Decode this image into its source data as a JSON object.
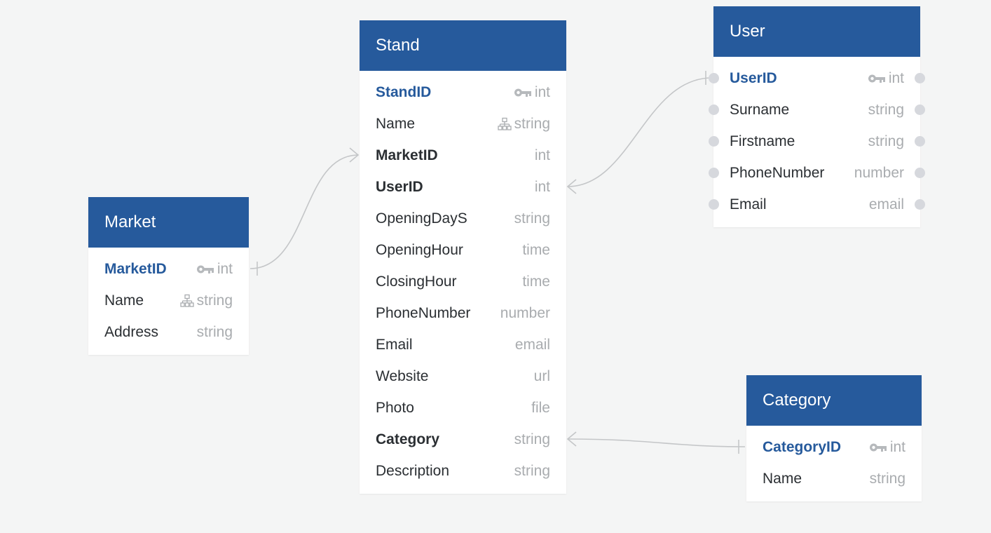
{
  "colors": {
    "background": "#f4f5f5",
    "header": "#265a9c",
    "header_text": "#ffffff",
    "primary_key_text": "#265a9c",
    "type_text": "#a9acaf",
    "connector": "#c4c6c8"
  },
  "tables": {
    "stand": {
      "title": "Stand",
      "fields": [
        {
          "name": "StandID",
          "type": "int",
          "role": "pk"
        },
        {
          "name": "Name",
          "type": "string",
          "role": "index"
        },
        {
          "name": "MarketID",
          "type": "int",
          "role": "fk"
        },
        {
          "name": "UserID",
          "type": "int",
          "role": "fk"
        },
        {
          "name": "OpeningDayS",
          "type": "string"
        },
        {
          "name": "OpeningHour",
          "type": "time"
        },
        {
          "name": "ClosingHour",
          "type": "time"
        },
        {
          "name": "PhoneNumber",
          "type": "number"
        },
        {
          "name": "Email",
          "type": "email"
        },
        {
          "name": "Website",
          "type": "url"
        },
        {
          "name": "Photo",
          "type": "file"
        },
        {
          "name": "Category",
          "type": "string",
          "role": "fk"
        },
        {
          "name": "Description",
          "type": "string"
        }
      ]
    },
    "user": {
      "title": "User",
      "fields": [
        {
          "name": "UserID",
          "type": "int",
          "role": "pk"
        },
        {
          "name": "Surname",
          "type": "string"
        },
        {
          "name": "Firstname",
          "type": "string"
        },
        {
          "name": "PhoneNumber",
          "type": "number"
        },
        {
          "name": "Email",
          "type": "email"
        }
      ]
    },
    "market": {
      "title": "Market",
      "fields": [
        {
          "name": "MarketID",
          "type": "int",
          "role": "pk"
        },
        {
          "name": "Name",
          "type": "string",
          "role": "index"
        },
        {
          "name": "Address",
          "type": "string"
        }
      ]
    },
    "category": {
      "title": "Category",
      "fields": [
        {
          "name": "CategoryID",
          "type": "int",
          "role": "pk"
        },
        {
          "name": "Name",
          "type": "string"
        }
      ]
    }
  },
  "relationships": [
    {
      "from": "Market.MarketID",
      "to": "Stand.MarketID",
      "cardinality": "one-to-many"
    },
    {
      "from": "User.UserID",
      "to": "Stand.UserID",
      "cardinality": "one-to-many"
    },
    {
      "from": "Category.CategoryID",
      "to": "Stand.Category",
      "cardinality": "one-to-many"
    }
  ]
}
